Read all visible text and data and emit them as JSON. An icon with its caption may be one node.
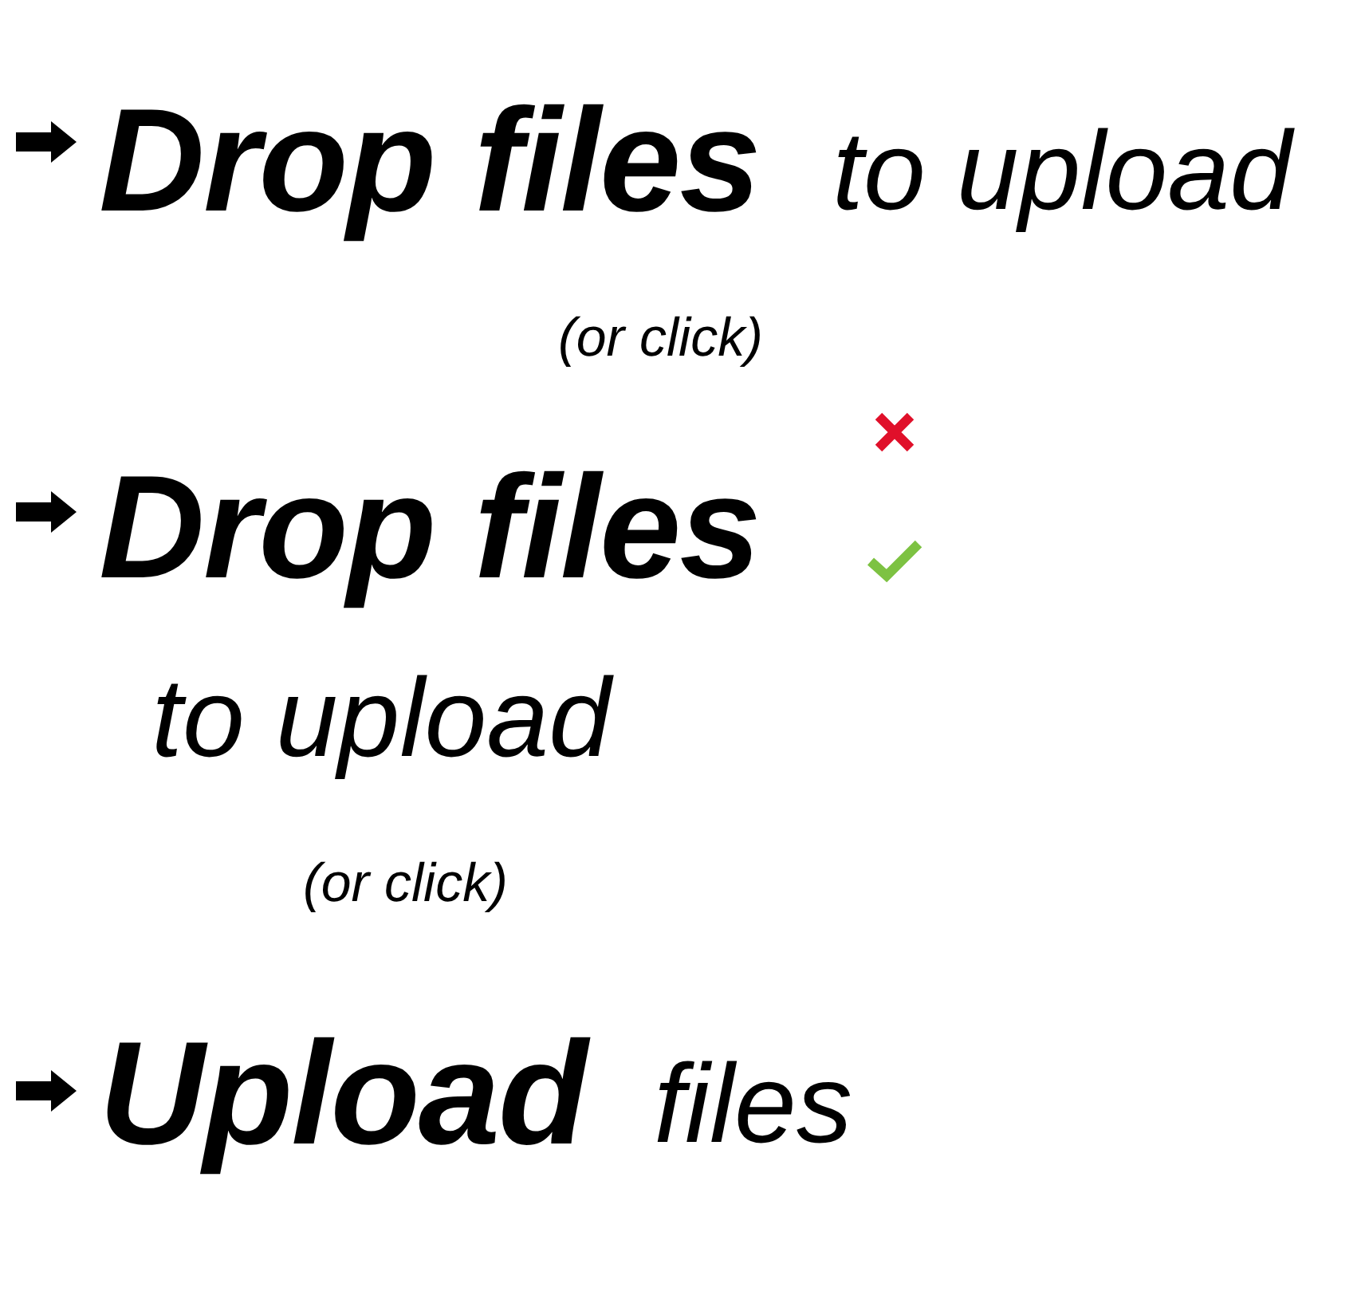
{
  "diagram": {
    "labels": [
      "Drop files",
      "to upload",
      "(or click)",
      "Drop files",
      "to upload",
      "(or click)",
      "Upload",
      "files"
    ]
  }
}
